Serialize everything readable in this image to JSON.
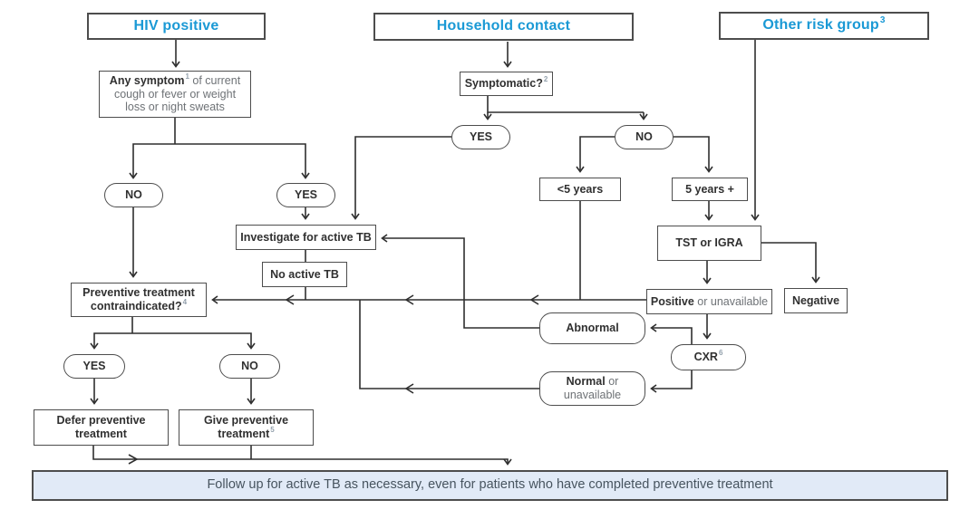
{
  "diagram": {
    "headers": {
      "hiv": {
        "label": "HIV positive"
      },
      "household": {
        "label": "Household contact"
      },
      "other_risk": {
        "label": "Other risk group",
        "footnote": "3"
      }
    },
    "nodes": {
      "any_symptom": {
        "bold": "Any symptom",
        "footnote": "1",
        "rest": " of current cough or fever or weight loss or night sweats"
      },
      "symptomatic": {
        "label": "Symptomatic?",
        "footnote": "2"
      },
      "hiv_no": {
        "label": "NO"
      },
      "hiv_yes": {
        "label": "YES"
      },
      "sympt_yes": {
        "label": "YES"
      },
      "sympt_no": {
        "label": "NO"
      },
      "under_five": {
        "label": "<5 years"
      },
      "five_plus": {
        "label": "5 years +"
      },
      "tst_igra": {
        "label": "TST or IGRA"
      },
      "tst_positive": {
        "bold": "Positive",
        "rest": " or unavailable"
      },
      "tst_negative": {
        "label": "Negative"
      },
      "cxr": {
        "label": "CXR",
        "footnote": "6"
      },
      "cxr_abnormal": {
        "label": "Abnormal"
      },
      "cxr_normal": {
        "bold": "Normal",
        "rest": " or unavailable"
      },
      "investigate": {
        "label": "Investigate for active TB"
      },
      "no_active_tb": {
        "label": "No active TB"
      },
      "contraindicated": {
        "label": "Preventive treatment contraindicated?",
        "footnote": "4"
      },
      "contra_yes": {
        "label": "YES"
      },
      "contra_no": {
        "label": "NO"
      },
      "defer": {
        "label": "Defer preventive treatment"
      },
      "give": {
        "label": "Give preventive treatment",
        "footnote": "5"
      }
    },
    "footer": {
      "label": "Follow up for active TB as necessary, even for patients who have completed preventive treatment"
    },
    "colors": {
      "accent_blue": "#1a99d5",
      "line": "#2f2f2f",
      "box_border": "#4d4d4d",
      "dark_text": "#303030",
      "muted_text": "#6e7276",
      "footnote_text": "#93a0ac",
      "footer_fill": "#e1eaf7",
      "footer_text": "#47545f"
    }
  }
}
